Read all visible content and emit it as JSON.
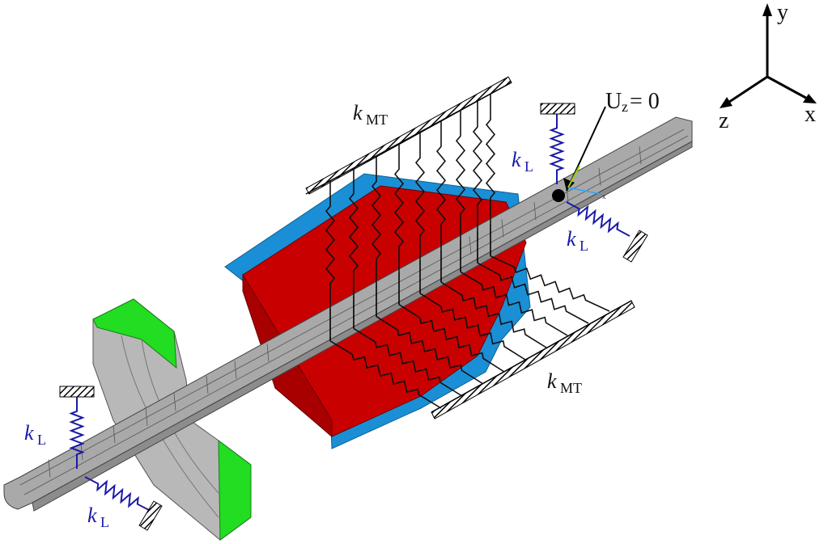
{
  "labels": {
    "k_mt_symbol": "k",
    "k_mt_subscript": "MT",
    "k_l_symbol": "k",
    "k_l_subscript": "L",
    "uz_main": "U",
    "uz_sub": "z",
    "uz_rest": " = 0",
    "small_x": "x"
  },
  "axes": {
    "y": "y",
    "z": "z",
    "x": "x"
  },
  "colors": {
    "shaft": "#a9a9a9",
    "shaft_dark": "#8c8c8c",
    "rotor_core": "#c90000",
    "rotor_core_dark": "#a80000",
    "rotor_shell": "#1a8fd6",
    "impeller_gray": "#b8b8b8",
    "impeller_green": "#22dd22",
    "spring_black": "#111111",
    "spring_blue": "#1a1aa8",
    "constraint_marker": "#000000"
  }
}
